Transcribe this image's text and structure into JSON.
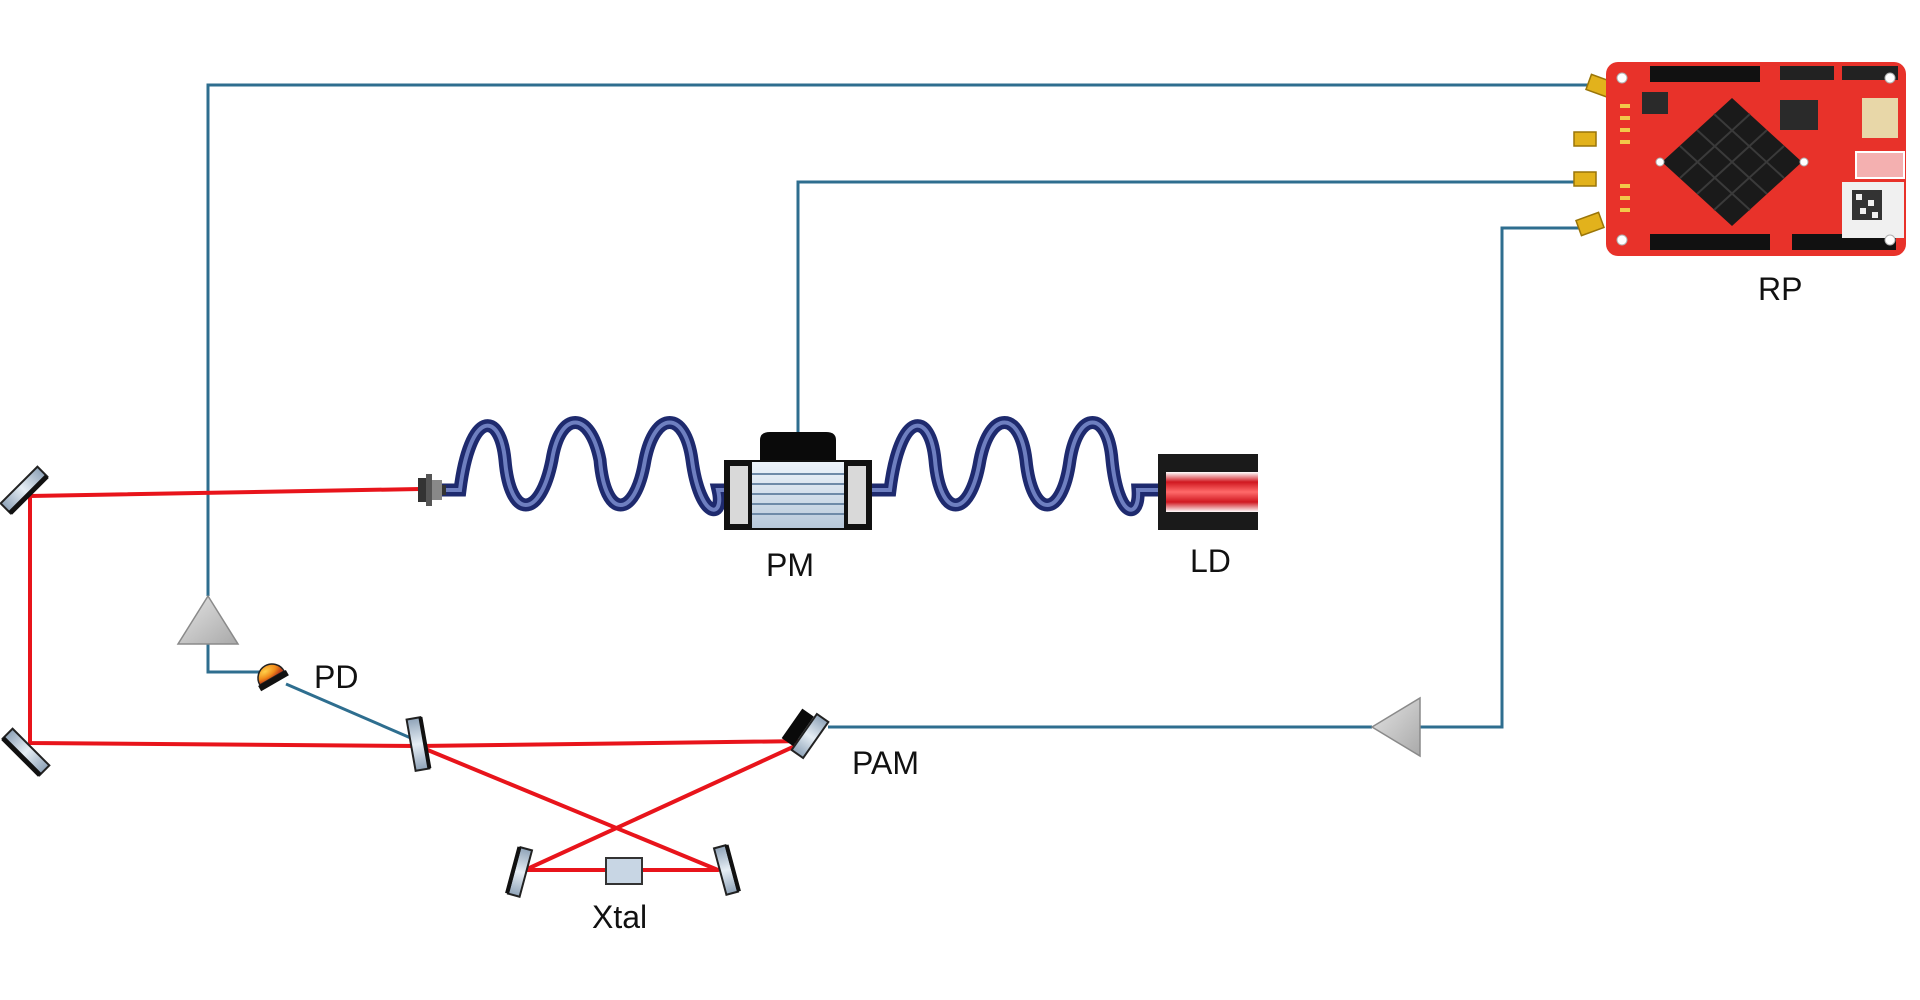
{
  "labels": {
    "rp": "RP",
    "pm": "PM",
    "ld": "LD",
    "pd": "PD",
    "pam": "PAM",
    "xtal": "Xtal"
  },
  "colors": {
    "beam": "#e8141b",
    "wire": "#2e6e8f",
    "fiber": "#1e2a6e",
    "board": "#e8322a",
    "amplifier": "#c8c8c8",
    "mirror": "#b8c8d8"
  }
}
